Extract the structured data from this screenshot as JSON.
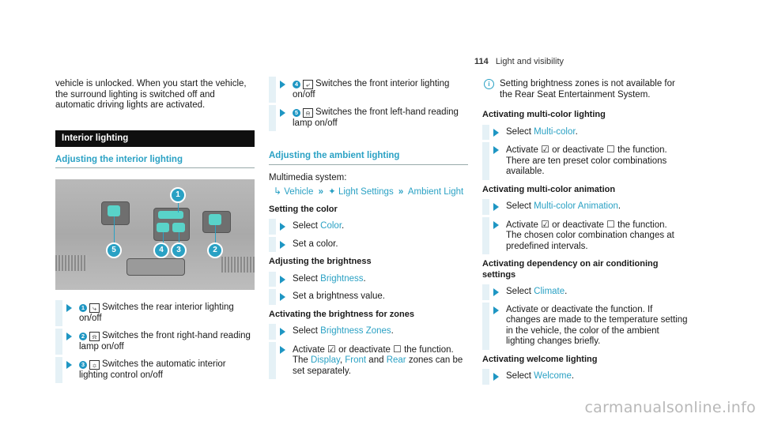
{
  "header": {
    "page_number": "114",
    "section": "Light and visibility"
  },
  "col1": {
    "intro": "vehicle is unlocked. When you start the vehicle, the surround lighting is switched off and automatic driving lights are activated.",
    "banner": "Interior lighting",
    "section_title": "Adjusting the interior lighting",
    "photo_callouts": [
      "1",
      "5",
      "4",
      "3",
      "2"
    ],
    "steps": [
      {
        "num": "1",
        "sym": "⤷",
        "text": "Switches the rear interior lighting on/off"
      },
      {
        "num": "2",
        "sym": "⍾",
        "text": "Switches the front right-hand reading lamp on/off"
      },
      {
        "num": "3",
        "sym": "☼",
        "text": "Switches the automatic interior lighting control on/off"
      }
    ]
  },
  "col2": {
    "steps_top": [
      {
        "num": "4",
        "sym": "⤶",
        "text": "Switches the front interior lighting on/off"
      },
      {
        "num": "5",
        "sym": "⍾",
        "text": "Switches the front left-hand reading lamp on/off"
      }
    ],
    "section_title": "Adjusting the ambient lighting",
    "multimedia": "Multimedia system:",
    "path": {
      "hook": "↳",
      "vehicle": "Vehicle",
      "sep": "»",
      "icon": "✦",
      "light_settings": "Light Settings",
      "ambient": "Ambient Light"
    },
    "sub_color": "Setting the color",
    "color_steps": [
      {
        "pre": "Select ",
        "link": "Color",
        "post": "."
      },
      {
        "pre": "Set a color.",
        "link": "",
        "post": ""
      }
    ],
    "sub_brightness": "Adjusting the brightness",
    "brightness_steps": [
      {
        "pre": "Select ",
        "link": "Brightness",
        "post": "."
      },
      {
        "pre": "Set a brightness value.",
        "link": "",
        "post": ""
      }
    ],
    "sub_zones": "Activating the brightness for zones",
    "zones_select": {
      "pre": "Select ",
      "link": "Brightness Zones",
      "post": "."
    },
    "zones_activate": {
      "a": "Activate ",
      "check": "☑",
      "b": " or deactivate ",
      "box": "☐",
      "c": " the function.",
      "d": "The ",
      "l1": "Display",
      "e": ", ",
      "l2": "Front",
      "f": " and ",
      "l3": "Rear",
      "g": " zones can be set separately."
    }
  },
  "col3": {
    "note_icon": "i",
    "note": "Setting brightness zones is not available for the Rear Seat Entertainment System.",
    "sub_multicolor": "Activating multi-color lighting",
    "mc_select": {
      "pre": "Select ",
      "link": "Multi-color",
      "post": "."
    },
    "mc_activate": {
      "a": "Activate ",
      "check": "☑",
      "b": " or deactivate ",
      "box": "☐",
      "c": " the function.",
      "d": "There are ten preset color combinations available."
    },
    "sub_animation": "Activating multi-color animation",
    "an_select": {
      "pre": "Select ",
      "link": "Multi-color Animation",
      "post": "."
    },
    "an_activate": {
      "a": "Activate ",
      "check": "☑",
      "b": " or deactivate ",
      "box": "☐",
      "c": " the function.",
      "d": "The chosen color combination changes at predefined intervals."
    },
    "sub_climate": "Activating dependency on air conditioning settings",
    "cl_select": {
      "pre": "Select ",
      "link": "Climate",
      "post": "."
    },
    "cl_activate": "Activate or deactivate the function. If changes are made to the temperature setting in the vehicle, the color of the ambient lighting changes briefly.",
    "sub_welcome": "Activating welcome lighting",
    "wl_select": {
      "pre": "Select ",
      "link": "Welcome",
      "post": "."
    }
  },
  "watermark": "carmanualsonline.info"
}
